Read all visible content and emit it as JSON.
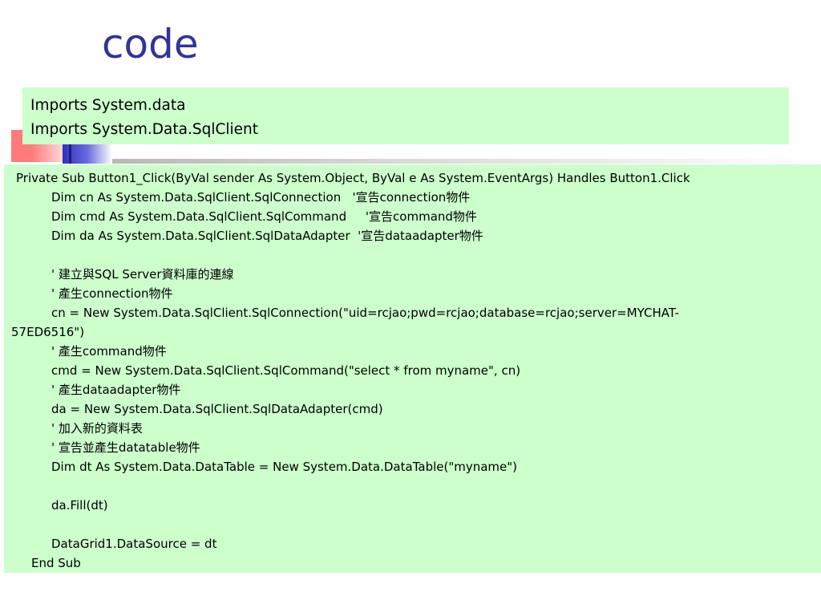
{
  "slide": {
    "title": "code"
  },
  "imports": [
    "Imports System.data",
    "Imports System.Data.SqlClient"
  ],
  "code_lines": [
    "Private Sub Button1_Click(ByVal sender As System.Object, ByVal e As System.EventArgs) Handles Button1.Click",
    "Dim cn As System.Data.SqlClient.SqlConnection   '宣告connection物件",
    "Dim cmd As System.Data.SqlClient.SqlCommand     '宣告command物件",
    "Dim da As System.Data.SqlClient.SqlDataAdapter  '宣告dataadapter物件",
    "",
    "' 建立與SQL Server資料庫的連線",
    "' 產生connection物件",
    "cn = New System.Data.SqlClient.SqlConnection(\"uid=rcjao;pwd=rcjao;database=rcjao;server=MYCHAT-",
    "57ED6516\")",
    "' 產生command物件",
    "cmd = New System.Data.SqlClient.SqlCommand(\"select * from myname\", cn)",
    "' 產生dataadapter物件",
    "da = New System.Data.SqlClient.SqlDataAdapter(cmd)",
    "' 加入新的資料表",
    "' 宣告並產生datatable物件",
    "Dim dt As System.Data.DataTable = New System.Data.DataTable(\"myname\")",
    "",
    "da.Fill(dt)",
    "",
    "DataGrid1.DataSource = dt",
    "End Sub"
  ],
  "colors": {
    "title": "#333399",
    "box_background": "#ccffcc",
    "accent_red": "#ff7a7a",
    "accent_blue": "#2f2fbf"
  }
}
